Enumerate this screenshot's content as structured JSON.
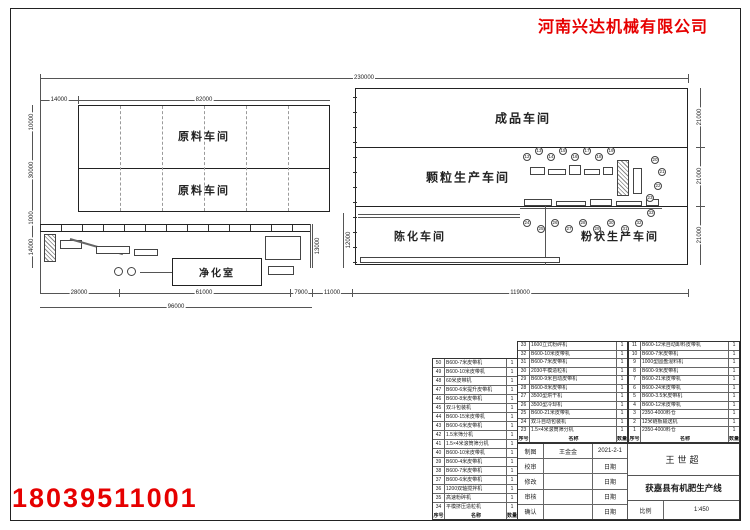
{
  "company": {
    "name": "河南兴达机械有限公司"
  },
  "phone": "18039511001",
  "colors": {
    "accent_red": "#e60000",
    "line_black": "#222222"
  },
  "plan": {
    "rooms": {
      "raw_top": "原料车间",
      "raw_bottom": "原料车间",
      "finished": "成品车间",
      "granule": "颗粒生产车间",
      "aging": "陈化车间",
      "powder": "粉状生产车间",
      "purification": "净化室"
    },
    "dims": {
      "top_total": "230000",
      "top_left": "14000",
      "top_main": "82000",
      "left_a": "10000",
      "left_b": "30000",
      "left_c": "1000",
      "left_d": "14000",
      "right_a": "21000",
      "right_b": "21000",
      "right_c": "21000",
      "bottom_a": "28000",
      "bottom_b": "61000",
      "bottom_c": "7900",
      "bottom_d": "11000",
      "bottom_total": "96000",
      "bottom_right": "119000",
      "inner_a": "13000",
      "inner_b": "12000"
    },
    "balloons": [
      "12",
      "13",
      "14",
      "15",
      "16",
      "17",
      "18",
      "19",
      "20",
      "21",
      "22",
      "23",
      "24",
      "25",
      "26",
      "27",
      "28",
      "29",
      "30",
      "31",
      "32",
      "33"
    ]
  },
  "bom": {
    "headers": {
      "seq": "序号",
      "name": "名称",
      "qty": "数量"
    },
    "left": [
      {
        "seq": "50",
        "name": "B600-7米皮带机",
        "qty": "1"
      },
      {
        "seq": "49",
        "name": "B600-10米皮带机",
        "qty": "1"
      },
      {
        "seq": "48",
        "name": "60米皮带机",
        "qty": "1"
      },
      {
        "seq": "47",
        "name": "B600-6米提升皮带机",
        "qty": "1"
      },
      {
        "seq": "46",
        "name": "B600-8米皮带机",
        "qty": "1"
      },
      {
        "seq": "45",
        "name": "双斗包装机",
        "qty": "1"
      },
      {
        "seq": "44",
        "name": "B600-15米皮带机",
        "qty": "1"
      },
      {
        "seq": "43",
        "name": "B600-6米皮带机",
        "qty": "1"
      },
      {
        "seq": "42",
        "name": "1.5米筛分机",
        "qty": "1"
      },
      {
        "seq": "41",
        "name": "1.5×4米滚筒筛分机",
        "qty": "1"
      },
      {
        "seq": "40",
        "name": "B600-10米皮带机",
        "qty": "1"
      },
      {
        "seq": "39",
        "name": "B600-4米皮带机",
        "qty": "1"
      },
      {
        "seq": "38",
        "name": "B600-7米皮带机",
        "qty": "1"
      },
      {
        "seq": "37",
        "name": "B600-6米皮带机",
        "qty": "1"
      },
      {
        "seq": "36",
        "name": "1200双轴搅拌机",
        "qty": "1"
      },
      {
        "seq": "35",
        "name": "高速粉碎机",
        "qty": "1"
      },
      {
        "seq": "34",
        "name": "平模挤压造粒机",
        "qty": "1"
      }
    ],
    "middle": [
      {
        "seq": "33",
        "name": "1600立式粉碎机",
        "qty": "1"
      },
      {
        "seq": "32",
        "name": "B600-10米皮带机",
        "qty": "1"
      },
      {
        "seq": "31",
        "name": "B600-7米皮带机",
        "qty": "1"
      },
      {
        "seq": "30",
        "name": "2030平模造粒机",
        "qty": "1"
      },
      {
        "seq": "29",
        "name": "B600-9米自动皮带机",
        "qty": "1"
      },
      {
        "seq": "28",
        "name": "B600-8米皮带机",
        "qty": "1"
      },
      {
        "seq": "27",
        "name": "3500型烘干机",
        "qty": "1"
      },
      {
        "seq": "26",
        "name": "3500型冷却机",
        "qty": "1"
      },
      {
        "seq": "25",
        "name": "B600-21米皮带机",
        "qty": "1"
      },
      {
        "seq": "24",
        "name": "双斗自动包装机",
        "qty": "1"
      },
      {
        "seq": "23",
        "name": "1.5×4米滚筒筛分机",
        "qty": "1"
      }
    ],
    "right": [
      {
        "seq": "11",
        "name": "B600-12米自动卸料皮带机",
        "qty": "1"
      },
      {
        "seq": "10",
        "name": "B600-7米皮带机",
        "qty": "1"
      },
      {
        "seq": "9",
        "name": "1000型圆盘混料机",
        "qty": "1"
      },
      {
        "seq": "8",
        "name": "B600-9米皮带机",
        "qty": "1"
      },
      {
        "seq": "7",
        "name": "B600-21米皮带机",
        "qty": "1"
      },
      {
        "seq": "6",
        "name": "B600-24米皮带机",
        "qty": "1"
      },
      {
        "seq": "5",
        "name": "B600-3.5米皮带机",
        "qty": "1"
      },
      {
        "seq": "4",
        "name": "B600-12米皮带机",
        "qty": "1"
      },
      {
        "seq": "3",
        "name": "2350-4000料仓",
        "qty": "1"
      },
      {
        "seq": "2",
        "name": "12米链板输送机",
        "qty": "1"
      },
      {
        "seq": "1",
        "name": "2350-4000料仓",
        "qty": "1"
      }
    ]
  },
  "titleblock": {
    "rows": [
      {
        "label": "制图",
        "value": "王金金",
        "date": "2021-2-1"
      },
      {
        "label": "校审",
        "value": "",
        "date": "日期"
      },
      {
        "label": "修改",
        "value": "",
        "date": "日期"
      },
      {
        "label": "审核",
        "value": "",
        "date": "日期"
      },
      {
        "label": "确认",
        "value": "",
        "date": "日期"
      }
    ],
    "approver": "王世超",
    "project": "获嘉县有机肥生产线",
    "scale_label": "比例",
    "scale": "1:450"
  }
}
